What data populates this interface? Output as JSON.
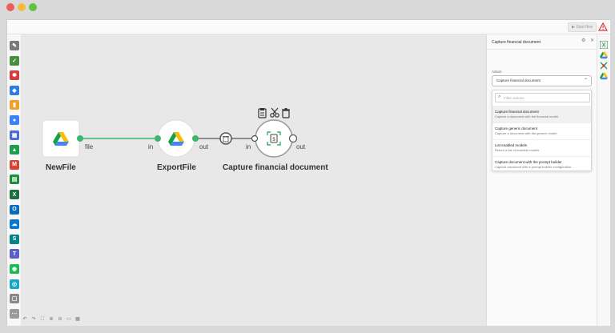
{
  "window": {
    "controls": [
      "close",
      "minimize",
      "maximize"
    ]
  },
  "topbar": {
    "start_flow_label": "▶ Start flow",
    "warning_icon": "warning-icon"
  },
  "left_apps": [
    {
      "name": "notes-app-icon",
      "color": "#7a7a7a",
      "glyph": "✎"
    },
    {
      "name": "edit-app-icon",
      "color": "#4a8f3c",
      "glyph": "✓"
    },
    {
      "name": "bug-app-icon",
      "color": "#d04040",
      "glyph": "✹"
    },
    {
      "name": "dropbox-icon",
      "color": "#2f7de1",
      "glyph": "◆"
    },
    {
      "name": "chart-app-icon",
      "color": "#f2a02c",
      "glyph": "▮"
    },
    {
      "name": "globe-app-icon",
      "color": "#3b82f6",
      "glyph": "●"
    },
    {
      "name": "grid-app-icon",
      "color": "#4f6bd6",
      "glyph": "▦"
    },
    {
      "name": "google-drive-icon",
      "color": "#1a9f4a",
      "glyph": "▲"
    },
    {
      "name": "gmail-icon",
      "color": "#d44638",
      "glyph": "M"
    },
    {
      "name": "google-sheets-icon",
      "color": "#1e8e3e",
      "glyph": "▤"
    },
    {
      "name": "excel-icon",
      "color": "#1d6f42",
      "glyph": "X"
    },
    {
      "name": "outlook-icon",
      "color": "#0f6cbd",
      "glyph": "O"
    },
    {
      "name": "onedrive-icon",
      "color": "#0b78d0",
      "glyph": "☁"
    },
    {
      "name": "sharepoint-icon",
      "color": "#038387",
      "glyph": "S"
    },
    {
      "name": "teams-icon",
      "color": "#5b5fc7",
      "glyph": "T"
    },
    {
      "name": "spotify-icon",
      "color": "#1db954",
      "glyph": "◉"
    },
    {
      "name": "chat-app-icon",
      "color": "#19a7c8",
      "glyph": "◎"
    },
    {
      "name": "document-app-icon",
      "color": "#8a8a8a",
      "glyph": "▢"
    },
    {
      "name": "more-apps-icon",
      "color": "#9a9a9a",
      "glyph": "⋯"
    }
  ],
  "nodes": {
    "newfile": {
      "label": "NewFile",
      "port_out": "file",
      "icon": "google-drive-icon"
    },
    "exportfile": {
      "label": "ExportFile",
      "port_in": "in",
      "port_out": "out",
      "icon": "google-drive-icon"
    },
    "capture": {
      "label": "Capture financial document",
      "port_in": "in",
      "port_out": "out",
      "icon": "document-scan-icon"
    }
  },
  "node_toolbar": {
    "icons": [
      "clipboard-icon",
      "cut-icon",
      "trash-icon"
    ]
  },
  "edge_actions": {
    "delete_icon": "trash-icon"
  },
  "bottom_toolbar": [
    "undo-icon",
    "redo-icon",
    "fit-icon",
    "zoom-in-icon",
    "zoom-out-icon",
    "layout-icon",
    "grid-icon"
  ],
  "panel": {
    "title": "Capture financial document",
    "field_label": "Action",
    "selected_action": "Capture financial document",
    "search_placeholder": "Filter actions",
    "options": [
      {
        "title": "Capture financial document",
        "desc": "Capture a document with the financial model."
      },
      {
        "title": "Capture generic document",
        "desc": "Capture a document with the generic model."
      },
      {
        "title": "List enabled models",
        "desc": "Return a list of enabled models."
      },
      {
        "title": "Capture document with the prompt builder",
        "desc": "Capture document with a prompt builder configuration."
      }
    ]
  },
  "right_icons": [
    "excel-icon",
    "google-drive-icon",
    "share-icon",
    "google-drive-icon"
  ],
  "colors": {
    "edge_green": "#3bb86b",
    "edge_dark": "#555555",
    "accent": "#1a9f4a"
  }
}
